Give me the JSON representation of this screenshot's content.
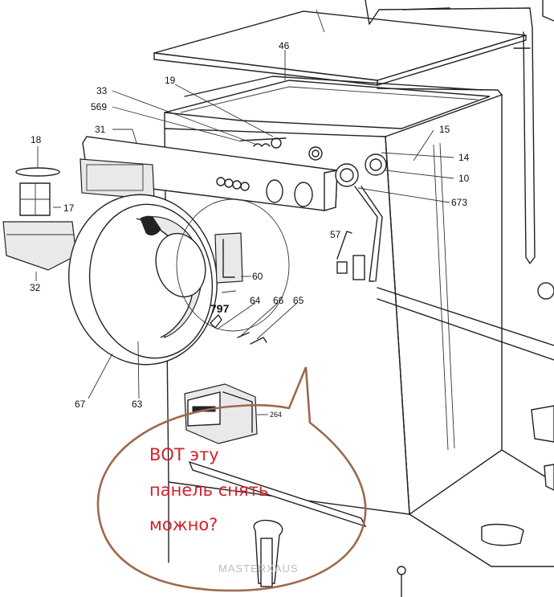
{
  "part_labels": {
    "p46": "46",
    "p19": "19",
    "p33": "33",
    "p569": "569",
    "p31": "31",
    "p18": "18",
    "p17": "17",
    "p32": "32",
    "p15": "15",
    "p14": "14",
    "p10": "10",
    "p673": "673",
    "p57": "57",
    "p60": "60",
    "p797": "797",
    "p64": "64",
    "p66": "66",
    "p65": "65",
    "p67": "67",
    "p63": "63",
    "p264": "264"
  },
  "annotation": {
    "line1": "ВОТ эту",
    "line2": "панель снять",
    "line3": "можно?",
    "text_color": "#d2222b",
    "outline_color": "#9c6a4e"
  },
  "watermark": "MASTERXAUS"
}
